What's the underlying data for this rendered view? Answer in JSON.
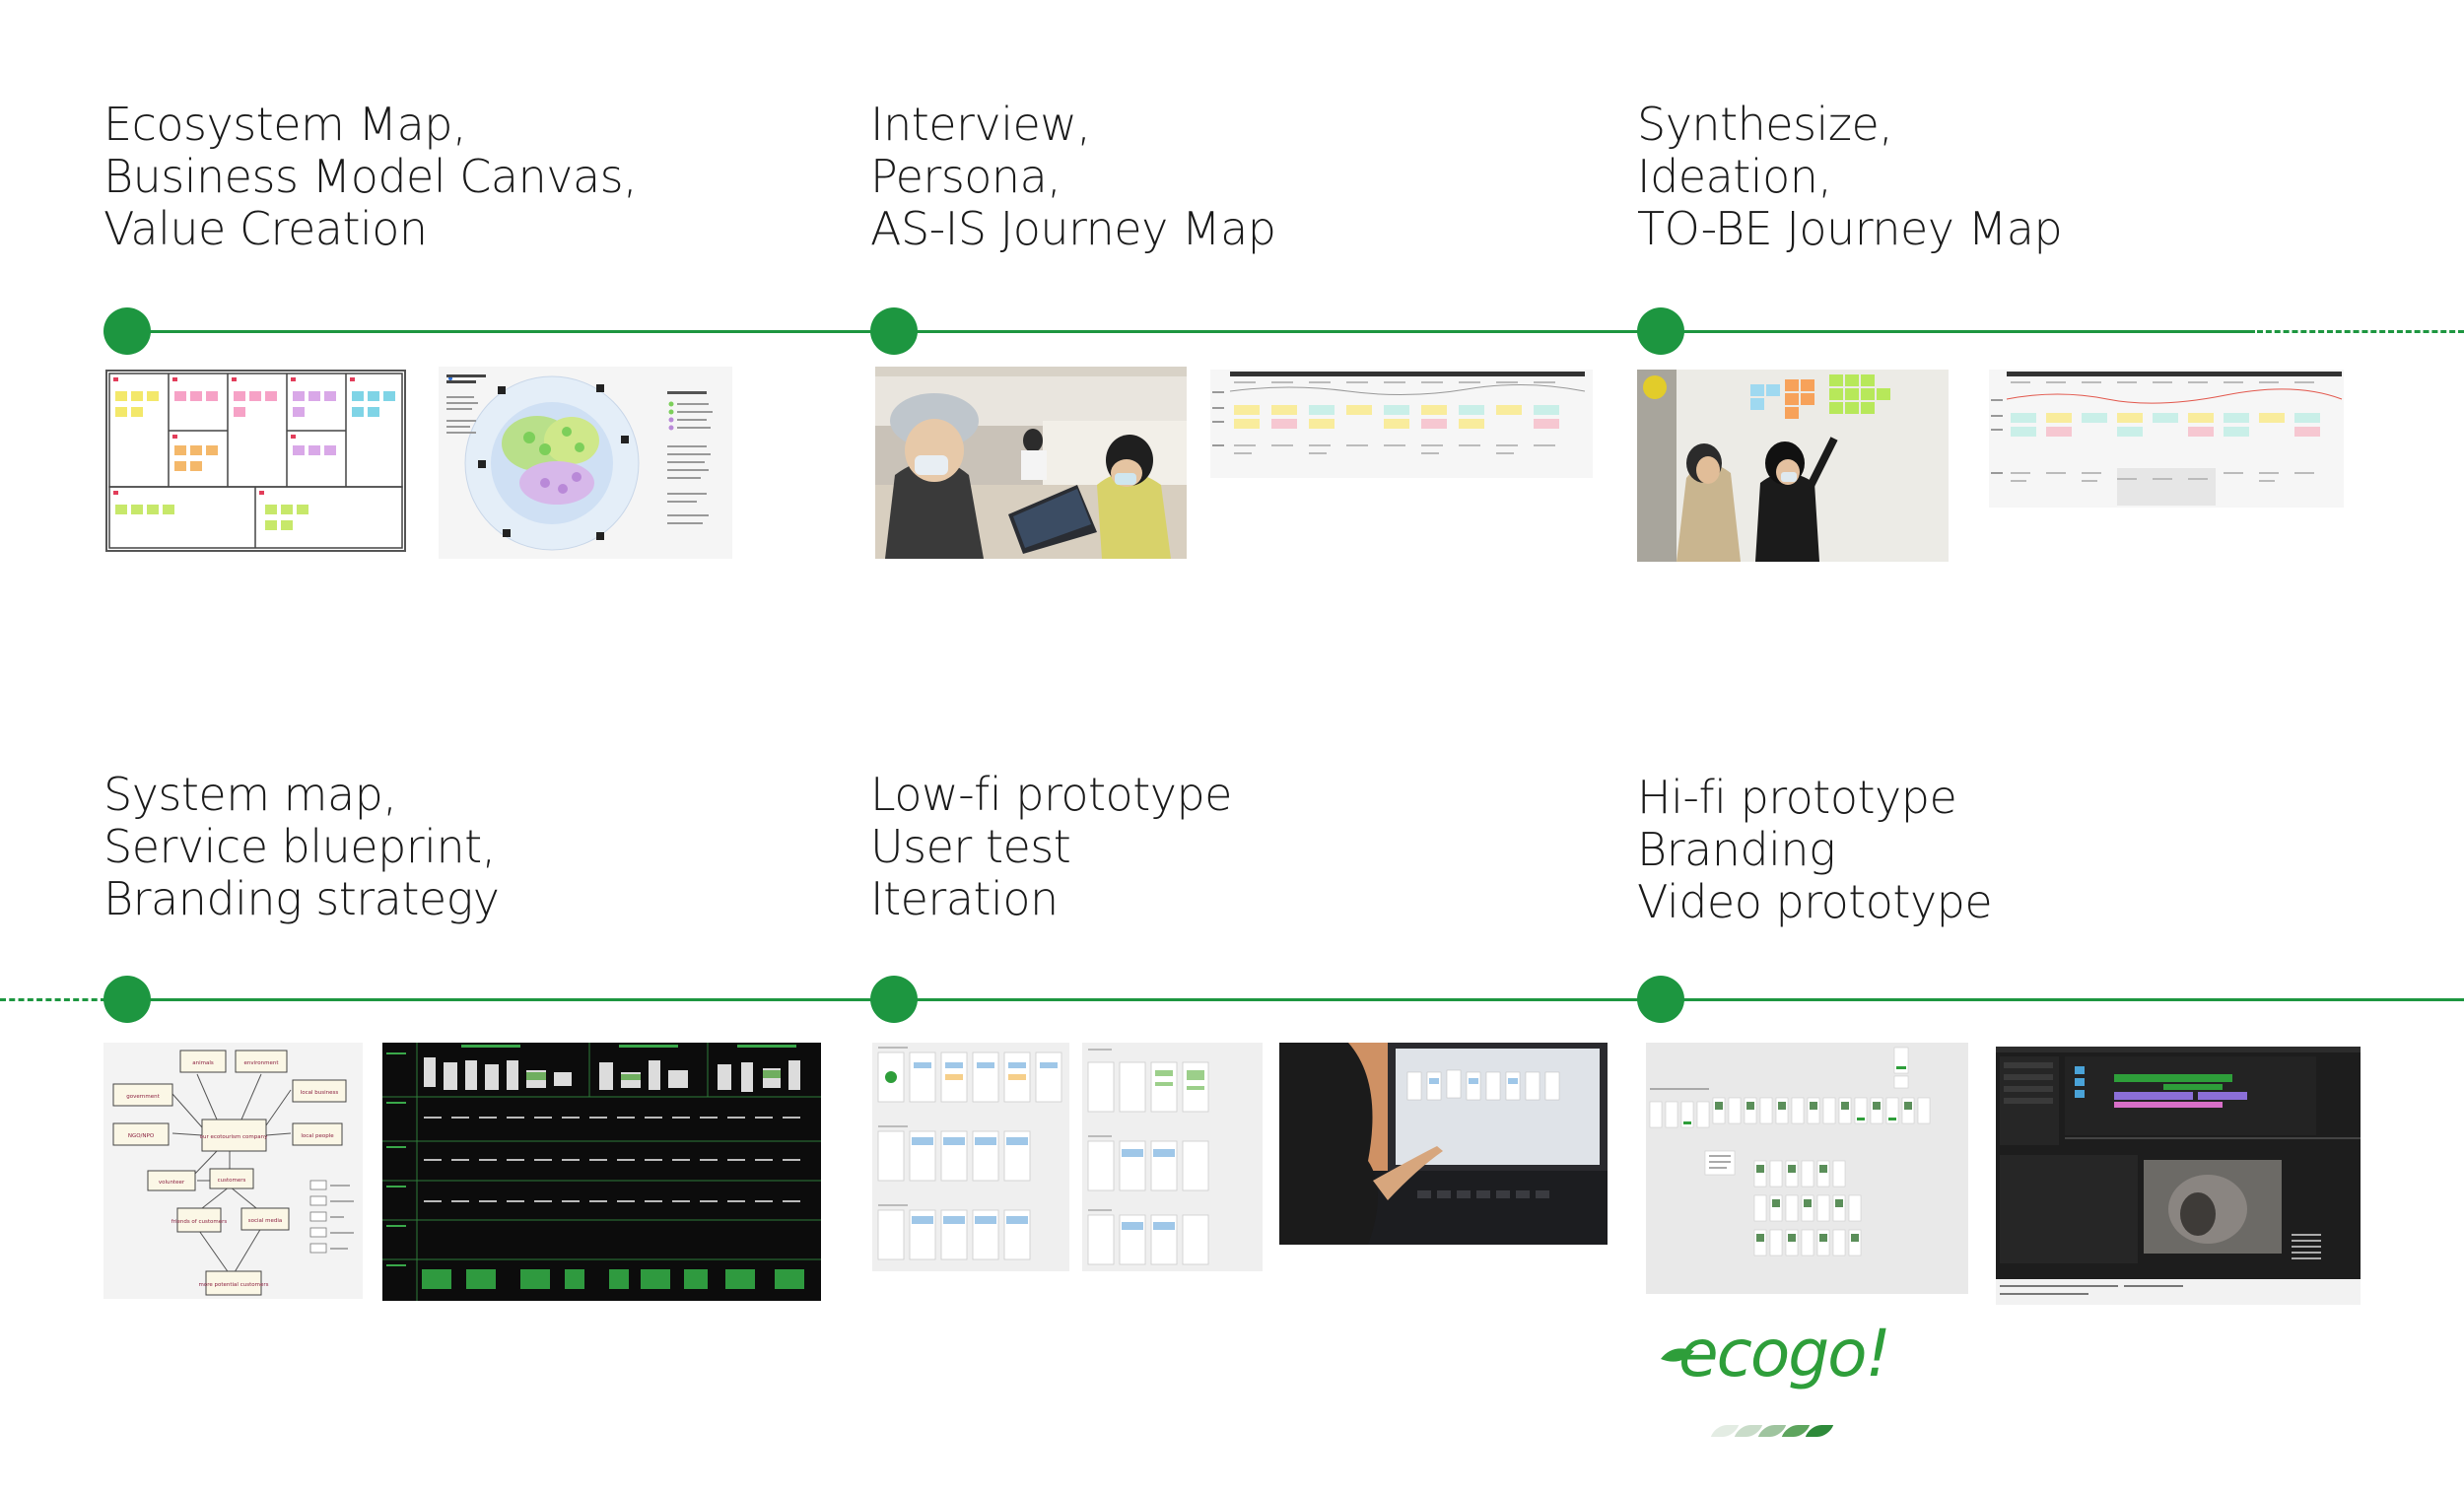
{
  "colors": {
    "accent": "#1d9640",
    "logo": "#2e9e3a"
  },
  "stages_top": [
    {
      "lines": [
        "Ecosystem Map,",
        "Business Model Canvas,",
        "Value Creation"
      ]
    },
    {
      "lines": [
        "Interview,",
        "Persona,",
        "AS-IS Journey Map"
      ]
    },
    {
      "lines": [
        "Synthesize,",
        "Ideation,",
        "TO-BE Journey Map"
      ]
    }
  ],
  "stages_bottom": [
    {
      "lines": [
        "System map,",
        "Service blueprint,",
        "Branding strategy"
      ]
    },
    {
      "lines": [
        "Low-fi prototype",
        "User test",
        "Iteration"
      ]
    },
    {
      "lines": [
        "Hi-fi prototype",
        "Branding",
        "Video prototype"
      ]
    }
  ],
  "system_map": {
    "nodes": [
      "animals",
      "environment",
      "government",
      "local business",
      "our ecotourism company",
      "NGO/NPO",
      "local people",
      "volunteer",
      "customers",
      "friends of customers",
      "social media",
      "more potential customers"
    ]
  },
  "logo": {
    "text": "ecogo!"
  }
}
